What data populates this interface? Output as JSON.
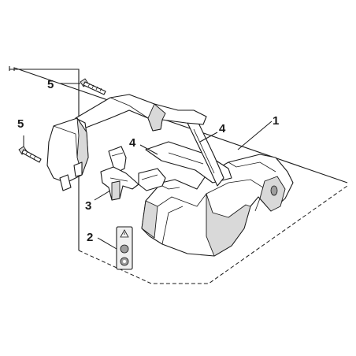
{
  "callouts": {
    "cover": "1",
    "label": "2",
    "bracket": "3",
    "strap_left": "4",
    "strap_right": "4",
    "screw_top": "5",
    "screw_left": "5"
  }
}
